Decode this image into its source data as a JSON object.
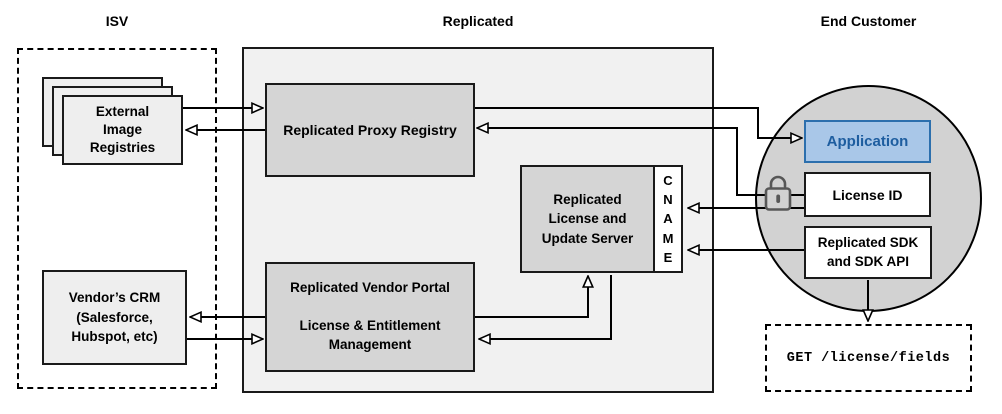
{
  "titles": {
    "isv": "ISV",
    "replicated": "Replicated",
    "end_customer": "End Customer"
  },
  "nodes": {
    "external_image_registries": "External\nImage\nRegistries",
    "vendors_crm": "Vendor’s CRM\n(Salesforce,\nHubspot, etc)",
    "replicated_proxy_registry": "Replicated Proxy Registry",
    "replicated_vendor_portal": "Replicated Vendor Portal\n\nLicense & Entitlement\nManagement",
    "replicated_license_update_server": "Replicated\nLicense and\nUpdate Server",
    "cname": "C\nN\nA\nM\nE",
    "application": "Application",
    "license_id": "License ID",
    "replicated_sdk": "Replicated SDK\nand SDK API",
    "get_license_fields": "GET /license/fields"
  },
  "icons": {
    "unlock": "unlock-icon (open padlock beside License ID)"
  },
  "colors": {
    "page_background": "#ffffff",
    "replicated_container_fill": "#f1f1f1",
    "inner_box_gray": "#d5d5d5",
    "isv_box_gray": "#eeeeee",
    "customer_circle_gray": "#d2d2d2",
    "line_black": "#000000",
    "application_fill": "#a9c7e8",
    "application_border": "#2c6fad",
    "application_text": "#1d5d9f",
    "lock_gray": "#575757"
  },
  "edges": [
    {
      "from": "external-image-registries",
      "to": "replicated-proxy-registry"
    },
    {
      "from": "replicated-proxy-registry",
      "to": "external-image-registries"
    },
    {
      "from": "replicated-proxy-registry",
      "to": "application"
    },
    {
      "from": "license-id",
      "to": "replicated-proxy-registry"
    },
    {
      "from": "license-id",
      "to": "cname"
    },
    {
      "from": "replicated-sdk",
      "to": "cname"
    },
    {
      "from": "replicated-vendor-portal",
      "to": "vendors-crm"
    },
    {
      "from": "vendors-crm",
      "to": "replicated-vendor-portal"
    },
    {
      "from": "replicated-vendor-portal",
      "to": "replicated-license-update-server"
    },
    {
      "from": "replicated-license-update-server",
      "to": "replicated-vendor-portal"
    },
    {
      "from": "replicated-sdk",
      "to": "get-license-fields"
    }
  ]
}
